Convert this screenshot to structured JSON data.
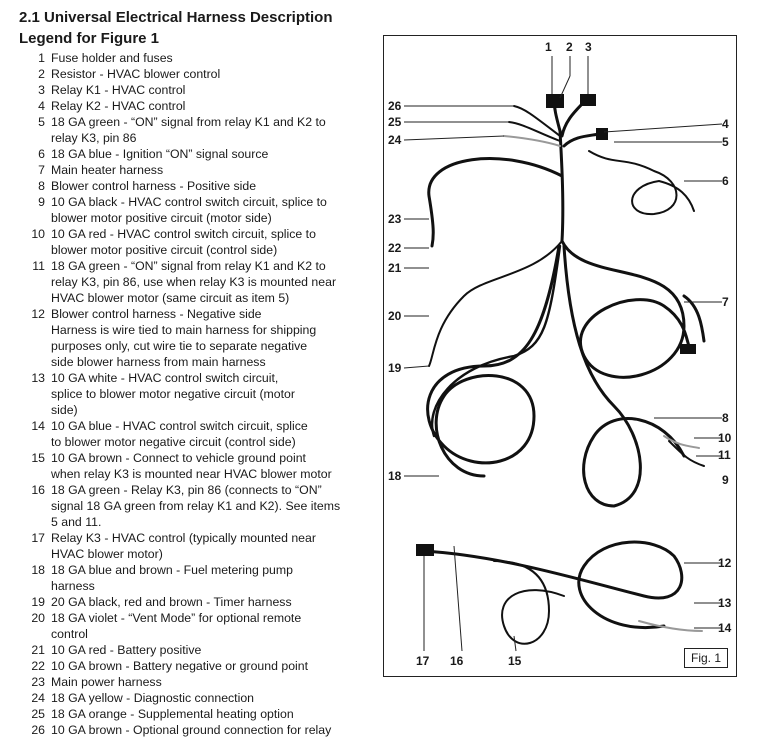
{
  "section": {
    "title": "2.1 Universal Electrical Harness Description",
    "legend_title": "Legend for Figure 1"
  },
  "legend": [
    {
      "num": "1",
      "lines": [
        "Fuse holder and fuses"
      ]
    },
    {
      "num": "2",
      "lines": [
        "Resistor - HVAC blower control"
      ]
    },
    {
      "num": "3",
      "lines": [
        "Relay K1 - HVAC control"
      ]
    },
    {
      "num": "4",
      "lines": [
        "Relay K2 - HVAC control"
      ]
    },
    {
      "num": "5",
      "lines": [
        "18 GA green - “ON” signal from relay K1 and K2 to",
        "relay K3, pin 86"
      ]
    },
    {
      "num": "6",
      "lines": [
        "18 GA blue - Ignition “ON” signal source"
      ]
    },
    {
      "num": "7",
      "lines": [
        "Main heater harness"
      ]
    },
    {
      "num": "8",
      "lines": [
        "Blower control harness - Positive side"
      ]
    },
    {
      "num": "9",
      "lines": [
        "10 GA black - HVAC control switch circuit, splice to",
        "blower motor positive circuit (motor side)"
      ]
    },
    {
      "num": "10",
      "lines": [
        "10 GA red - HVAC control switch circuit, splice to",
        "blower motor positive circuit (control side)"
      ]
    },
    {
      "num": "11",
      "lines": [
        "18 GA green - “ON” signal from relay K1 and K2 to",
        "relay K3, pin 86, use when relay K3 is mounted near",
        "HVAC blower motor (same circuit as item 5)"
      ]
    },
    {
      "num": "12",
      "lines": [
        "Blower control harness - Negative side",
        "Harness is wire tied to main harness for shipping",
        "purposes only, cut wire tie to separate negative",
        "side blower harness from main harness"
      ]
    },
    {
      "num": "13",
      "lines": [
        "10 GA white - HVAC control switch circuit,",
        "splice to blower motor negative circuit (motor",
        "side)"
      ]
    },
    {
      "num": "14",
      "lines": [
        "10 GA blue - HVAC control switch circuit, splice",
        "to blower motor negative circuit (control side)"
      ]
    },
    {
      "num": "15",
      "lines": [
        "10 GA brown - Connect to vehicle ground point",
        "when relay K3 is mounted near HVAC blower motor"
      ]
    },
    {
      "num": "16",
      "lines": [
        "18 GA green - Relay K3, pin 86 (connects to “ON”",
        "signal 18 GA green from relay K1 and K2). See items",
        "5 and 11."
      ]
    },
    {
      "num": "17",
      "lines": [
        "Relay K3 - HVAC control (typically mounted near",
        "HVAC blower motor)"
      ]
    },
    {
      "num": "18",
      "lines": [
        "18 GA blue and brown - Fuel metering pump",
        "harness"
      ]
    },
    {
      "num": "19",
      "lines": [
        "20 GA black, red and brown - Timer harness"
      ]
    },
    {
      "num": "20",
      "lines": [
        "18 GA violet - “Vent Mode” for optional remote",
        "control"
      ]
    },
    {
      "num": "21",
      "lines": [
        "10 GA red - Battery positive"
      ]
    },
    {
      "num": "22",
      "lines": [
        "10 GA brown - Battery negative or ground point"
      ]
    },
    {
      "num": "23",
      "lines": [
        "Main power harness"
      ]
    },
    {
      "num": "24",
      "lines": [
        "18 GA yellow - Diagnostic connection"
      ]
    },
    {
      "num": "25",
      "lines": [
        "18 GA orange - Supplemental heating option"
      ]
    },
    {
      "num": "26",
      "lines": [
        "10 GA brown - Optional ground connection for relay"
      ]
    }
  ],
  "figure": {
    "label": "Fig. 1",
    "callouts": [
      "1",
      "2",
      "3",
      "4",
      "5",
      "6",
      "7",
      "8",
      "9",
      "10",
      "11",
      "12",
      "13",
      "14",
      "15",
      "16",
      "17",
      "18",
      "19",
      "20",
      "21",
      "22",
      "23",
      "24",
      "25",
      "26"
    ]
  },
  "colors": {
    "wire": "#111111",
    "frame": "#222222",
    "text": "#1a1a1a"
  }
}
